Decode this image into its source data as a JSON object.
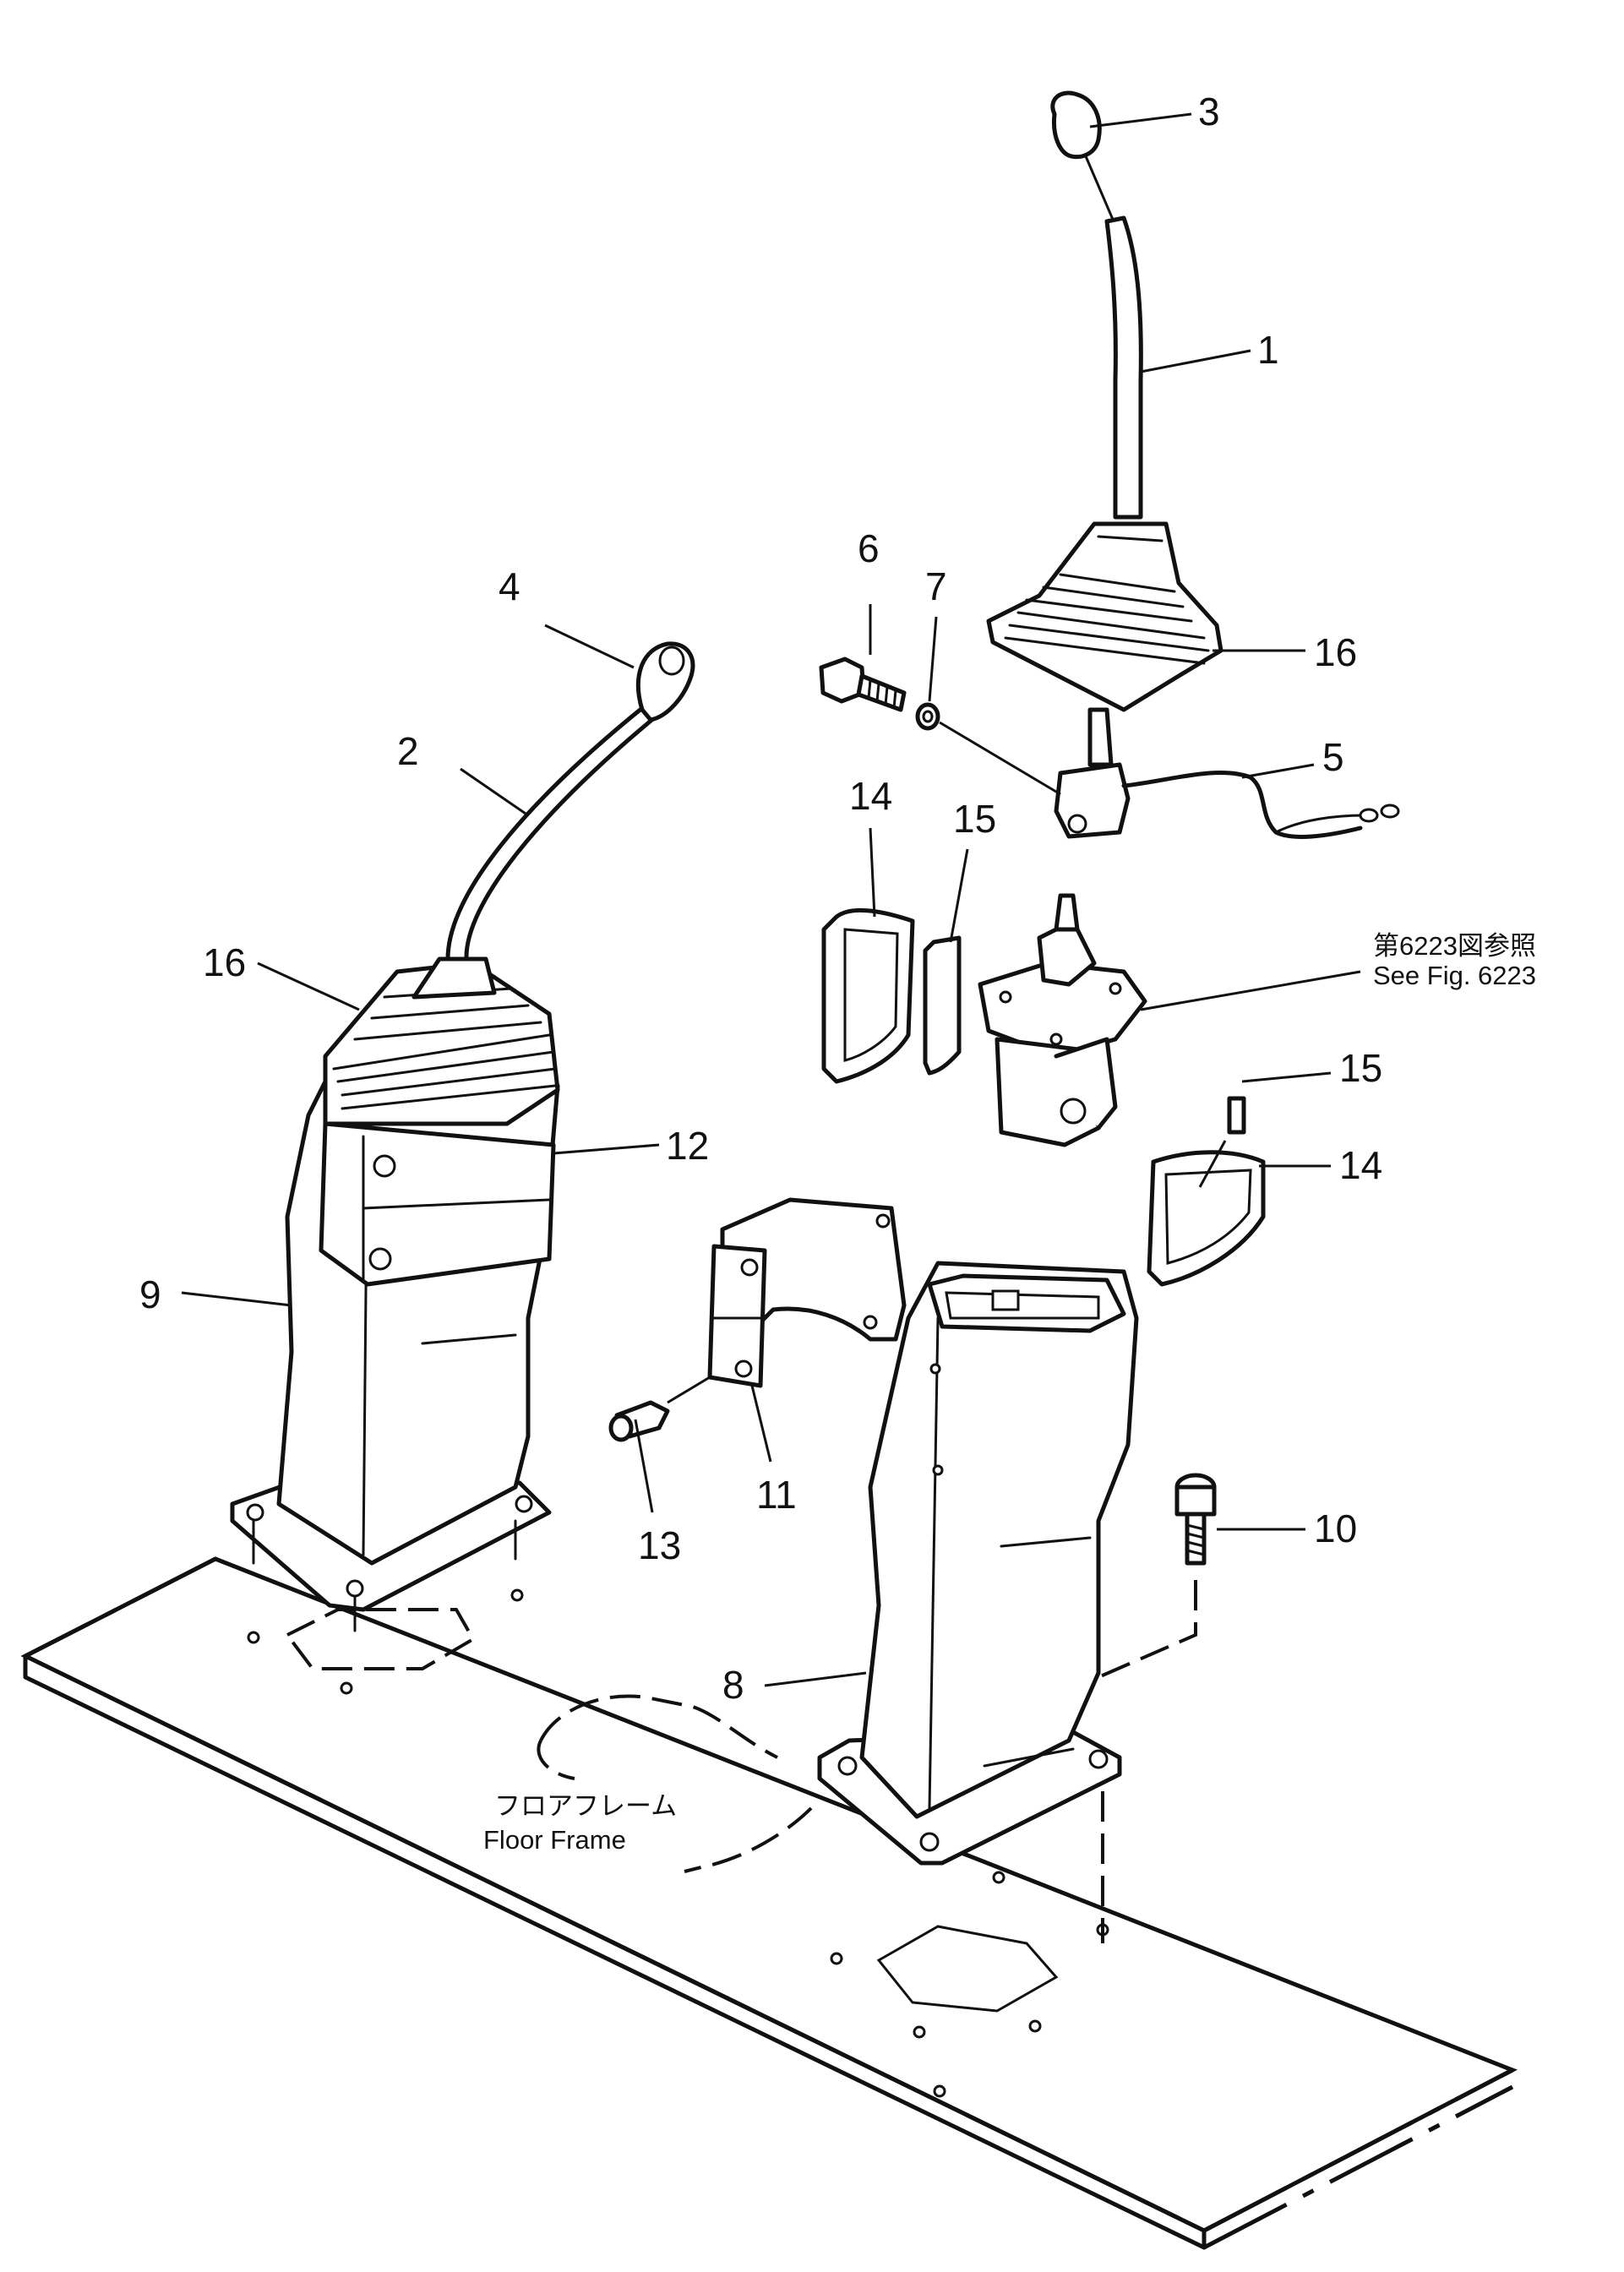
{
  "callouts": {
    "c1": "1",
    "c2": "2",
    "c3": "3",
    "c4": "4",
    "c5": "5",
    "c6": "6",
    "c7": "7",
    "c8": "8",
    "c9": "9",
    "c10": "10",
    "c11": "11",
    "c12": "12",
    "c13": "13",
    "c14a": "14",
    "c14b": "14",
    "c15a": "15",
    "c15b": "15",
    "c16a": "16",
    "c16b": "16"
  },
  "notes": {
    "fig_ref_jp": "第6223図参照",
    "fig_ref_en": "See Fig. 6223",
    "floor_frame_jp": "フロアフレーム",
    "floor_frame_en": "Floor Frame"
  }
}
